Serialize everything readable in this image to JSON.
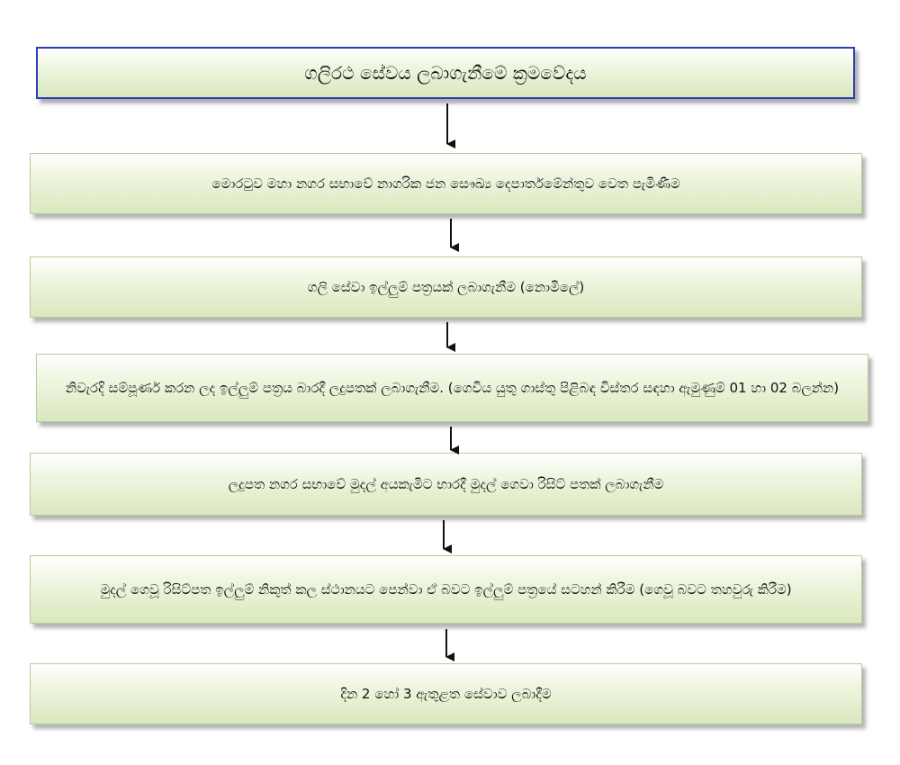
{
  "flowchart": {
    "title": "ගලිරථ සේවය ලබාගැනීමේ ක්‍රමවේදය",
    "steps": [
      "මොරටුව මහා නගර සභාවේ නාගරික ජන සෞඛ්‍ය දෙපාර්තමේන්තුව වෙත පැමිණීම",
      "ගලි සේවා ඉල්ලුම් පත්‍රයක් ලබාගැනීම (නොමිලේ)",
      "නිවැරදි සම්පූර්ණ කරන ලද ඉල්ලුම් පත්‍රය බාරදී ලදුපතක් ලබාගැනීම. (ගෙවිය යුතු ගාස්තු පිළිබඳ විස්තර සඳහා ඇමුණුම් 01 හා 02 බලන්න)",
      "ලදුපත නගර සභාවේ මුදල් අයකැමිට භාරදී මුදල් ගෙවා රිසිට් පතක් ලබාගැනීම",
      "මුදල් ගෙවූ රිසිට්පත ඉල්ලුම් නිකුත් කල ස්ථානයට පෙන්වා ඒ බවට ඉල්ලුම් පත්‍රයේ සටහන් කිරීම (ගෙවූ බවට තහවුරු කිරීම)",
      "දින 2 හෝ 3 ඇතුළත සේවාව ලබාදීම"
    ]
  },
  "colors": {
    "box_fill_top": "#ffffff",
    "box_fill_bottom": "#d9e8bd",
    "title_border": "#2b3fb2",
    "arrow": "#111111"
  }
}
